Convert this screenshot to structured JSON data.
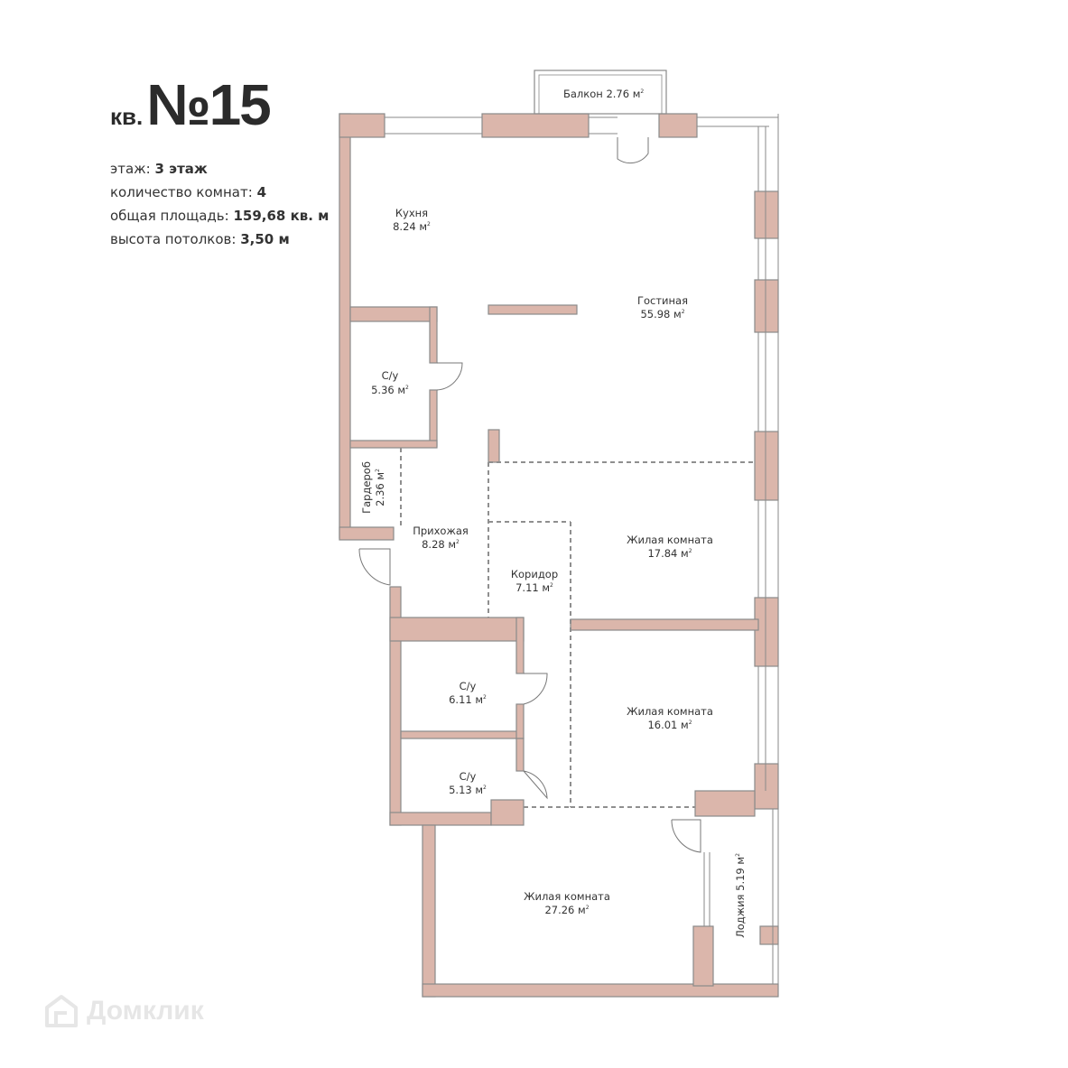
{
  "header": {
    "prefix": "кв.",
    "number": "№15"
  },
  "info": [
    {
      "label": "этаж:",
      "value": "3 этаж"
    },
    {
      "label": "количество комнат:",
      "value": "4"
    },
    {
      "label": "общая площадь:",
      "value": "159,68 кв. м"
    },
    {
      "label": "высота потолков:",
      "value": "3,50 м"
    }
  ],
  "rooms": {
    "balcony": {
      "name": "Балкон 2.76 м",
      "area": ""
    },
    "kitchen": {
      "name": "Кухня",
      "area": "8.24 м"
    },
    "living": {
      "name": "Гостиная",
      "area": "55.98 м"
    },
    "bath1": {
      "name": "С/у",
      "area": "5.36 м"
    },
    "wardrobe": {
      "name": "Гардероб",
      "area": "2.36 м"
    },
    "hall": {
      "name": "Прихожая",
      "area": "8.28 м"
    },
    "corridor": {
      "name": "Коридор",
      "area": "7.11 м"
    },
    "bedroom1": {
      "name": "Жилая комната",
      "area": "17.84 м"
    },
    "bath2": {
      "name": "С/у",
      "area": "6.11 м"
    },
    "bedroom2": {
      "name": "Жилая комната",
      "area": "16.01 м"
    },
    "bath3": {
      "name": "С/у",
      "area": "5.13 м"
    },
    "bedroom3": {
      "name": "Жилая комната",
      "area": "27.26 м"
    },
    "loggia": {
      "name": "Лоджия 5.19 м",
      "area": ""
    }
  },
  "superscript": "2",
  "watermark": {
    "text": "Домклик"
  },
  "colors": {
    "wall": "#dbb6ab",
    "wallStroke": "#8a8a8a",
    "dash": "#8f8f8f"
  }
}
